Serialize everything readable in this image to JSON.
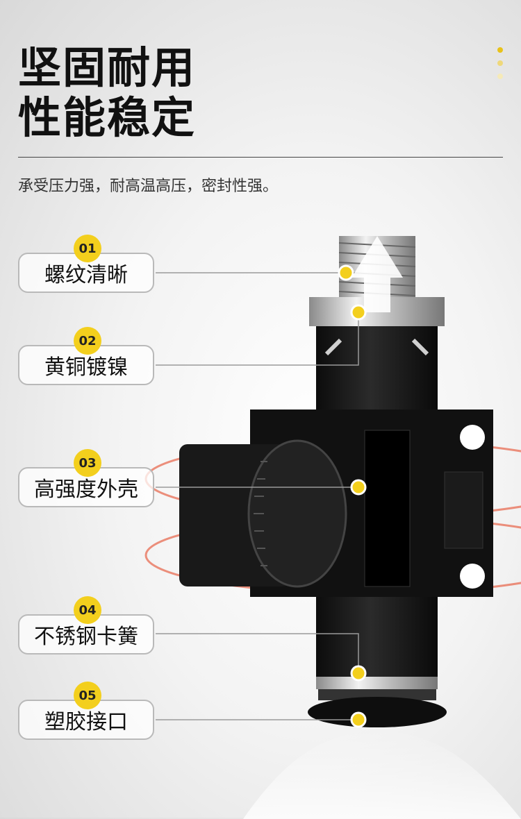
{
  "headline": {
    "line1": "坚固耐用",
    "line2": "性能稳定"
  },
  "subtitle": "承受压力强，耐高温高压，密封性强。",
  "accent_color": "#f3cf1d",
  "callouts": [
    {
      "num": "01",
      "label": "螺纹清晰"
    },
    {
      "num": "02",
      "label": "黄铜镀镍"
    },
    {
      "num": "03",
      "label": "高强度外壳"
    },
    {
      "num": "04",
      "label": "不锈钢卡簧"
    },
    {
      "num": "05",
      "label": "塑胶接口"
    }
  ],
  "product_icon": "flow-control-valve-image"
}
